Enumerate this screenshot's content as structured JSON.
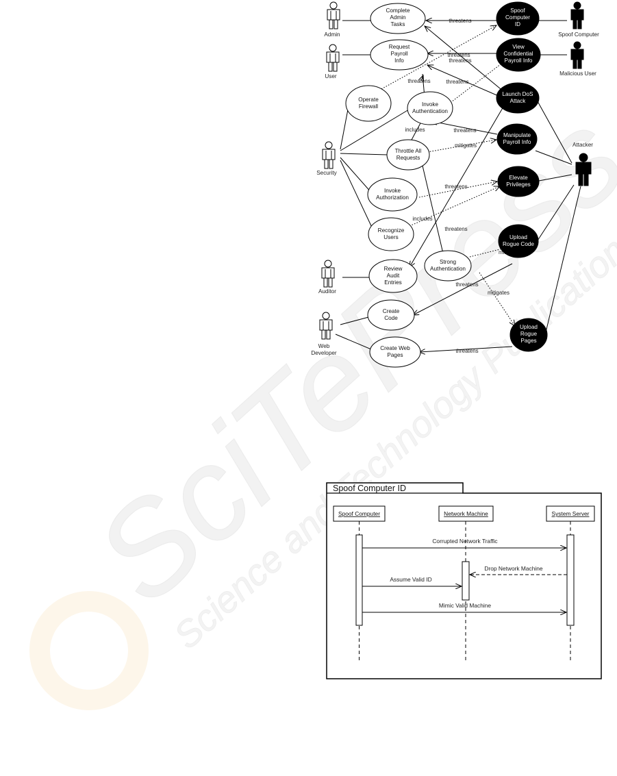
{
  "use_case_diagram": {
    "use_cases": [
      {
        "id": "complete_admin",
        "lines": [
          "Complete",
          "Admin",
          "Tasks"
        ]
      },
      {
        "id": "request_payroll",
        "lines": [
          "Request",
          "Payroll",
          "Info"
        ]
      },
      {
        "id": "operate_firewall",
        "lines": [
          "Operate",
          "Firewall"
        ]
      },
      {
        "id": "invoke_auth",
        "lines": [
          "Invoke",
          "Authentication"
        ]
      },
      {
        "id": "throttle",
        "lines": [
          "Throttle All",
          "Requests"
        ]
      },
      {
        "id": "invoke_authz",
        "lines": [
          "Invoke",
          "Authorization"
        ]
      },
      {
        "id": "recognize",
        "lines": [
          "Recognize",
          "Users"
        ]
      },
      {
        "id": "review_audit",
        "lines": [
          "Review",
          "Audit",
          "Entries"
        ]
      },
      {
        "id": "strong_auth",
        "lines": [
          "Strong",
          "Authentication"
        ]
      },
      {
        "id": "create_code",
        "lines": [
          "Create",
          "Code"
        ]
      },
      {
        "id": "create_web",
        "lines": [
          "Create Web",
          "Pages"
        ]
      }
    ],
    "misuse_cases": [
      {
        "id": "spoof_id",
        "lines": [
          "Spoof",
          "Computer",
          "ID"
        ]
      },
      {
        "id": "view_conf",
        "lines": [
          "View",
          "Confidential",
          "Payroll Info"
        ]
      },
      {
        "id": "launch_dos",
        "lines": [
          "Launch DoS",
          "Attack"
        ]
      },
      {
        "id": "manipulate",
        "lines": [
          "Manipulate",
          "Payroll Info"
        ]
      },
      {
        "id": "elevate",
        "lines": [
          "Elevate",
          "Privileges"
        ]
      },
      {
        "id": "upload_code",
        "lines": [
          "Upload",
          "Rogue Code"
        ]
      },
      {
        "id": "upload_pages",
        "lines": [
          "Upload",
          "Rogue",
          "Pages"
        ]
      }
    ],
    "actors": {
      "admin": "Admin",
      "user": "User",
      "security": "Security",
      "auditor": "Auditor",
      "web_developer": [
        "Web",
        "Developer"
      ],
      "spoof_computer": "Spoof Computer",
      "malicious_user": "Malicious User",
      "attacker": "Attacker"
    },
    "relation_labels": {
      "threatens": "threatens",
      "mitigates": "mitigates",
      "includes": "includes"
    }
  },
  "sequence_diagram": {
    "frame_title": "Spoof Computer ID",
    "lifelines": [
      "Spoof Computer",
      "Network Machine",
      "System Server"
    ],
    "messages": [
      {
        "from": "Spoof Computer",
        "to": "System Server",
        "label": "Corrupted Network Traffic",
        "style": "solid"
      },
      {
        "from": "System Server",
        "to": "Network Machine",
        "label": "Drop Network Machine",
        "style": "dashed"
      },
      {
        "from": "Spoof Computer",
        "to": "Network Machine",
        "label": "Assume Valid ID",
        "style": "solid"
      },
      {
        "from": "Spoof Computer",
        "to": "System Server",
        "label": "Mimic Valid Machine",
        "style": "solid"
      }
    ]
  },
  "watermark": {
    "big": "SciTePress",
    "small": "Science and Technology Publications"
  },
  "colors": {
    "misuse_fill": "#000000",
    "usecase_fill": "#ffffff",
    "line": "#000000",
    "watermark": "#f1f1f1",
    "watermark_accent": "#fbeed9"
  }
}
